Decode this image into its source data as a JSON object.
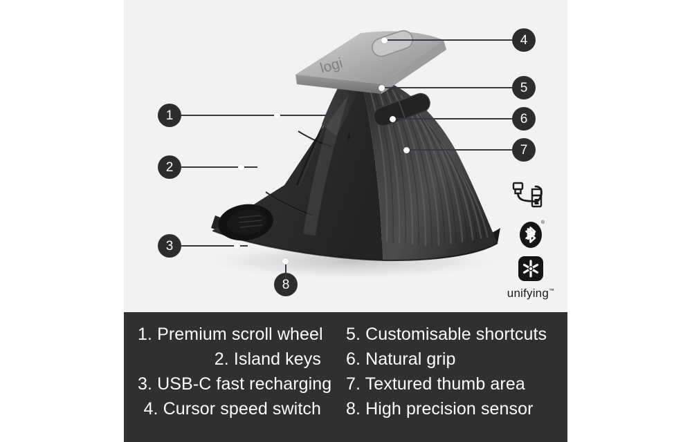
{
  "layout": {
    "background_color": "#ffffff",
    "photo_panel_color": "#f2f2f2",
    "legend_panel_color": "#2f3032",
    "callout_bubble_color": "#2c2d2f",
    "callout_text_color": "#ffffff",
    "legend_text_color": "#fdfdfd"
  },
  "product": {
    "brand_logo": "logi",
    "device": "vertical ergonomic mouse",
    "body_color": "#2b2b2d",
    "top_plate_color": "#b8b9ba"
  },
  "callouts": [
    {
      "id": 1,
      "number": "1",
      "label": "Premium scroll wheel"
    },
    {
      "id": 2,
      "number": "2",
      "label": "Island keys"
    },
    {
      "id": 3,
      "number": "3",
      "label": "USB-C fast recharging"
    },
    {
      "id": 4,
      "number": "4",
      "label": "Cursor speed switch"
    },
    {
      "id": 5,
      "number": "5",
      "label": "Customisable shortcuts"
    },
    {
      "id": 6,
      "number": "6",
      "label": "Natural grip"
    },
    {
      "id": 7,
      "number": "7",
      "label": "Textured thumb area"
    },
    {
      "id": 8,
      "number": "8",
      "label": "High precision sensor"
    }
  ],
  "legend": {
    "left_column": [
      "1. Premium scroll wheel",
      "2. Island keys",
      "3. USB-C fast recharging",
      "4. Cursor speed switch"
    ],
    "right_column": [
      "5. Customisable shortcuts",
      "6. Natural grip",
      "7. Textured thumb area",
      "8. High precision sensor"
    ]
  },
  "badges": {
    "usb": {
      "icon": "usb-cable-icon"
    },
    "bluetooth": {
      "icon": "bluetooth-icon",
      "registered_mark": "®"
    },
    "unifying": {
      "icon": "unifying-icon",
      "label": "unifying",
      "trademark": "™"
    }
  }
}
